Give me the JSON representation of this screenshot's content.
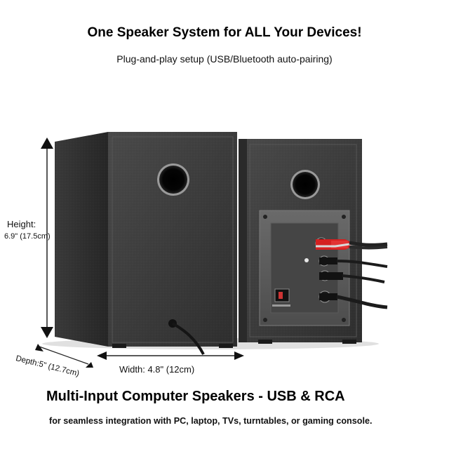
{
  "header": {
    "headline": "One Speaker System for ALL Your Devices!",
    "subline": "Plug-and-play setup (USB/Bluetooth auto-pairing)"
  },
  "dimensions": {
    "height_label": "Height:",
    "height_value": "6.9\" (17.5cm)",
    "depth": "Depth:5\" (12.7cm)",
    "width": "Width: 4.8\" (12cm)"
  },
  "footer": {
    "title": "Multi-Input Computer Speakers - USB & RCA",
    "subtitle": "for seamless integration with PC, laptop, TVs, turntables, or gaming console."
  },
  "colors": {
    "cabinet": "#3b3b3b",
    "panel": "#565656",
    "rca_red": "#d42020"
  }
}
